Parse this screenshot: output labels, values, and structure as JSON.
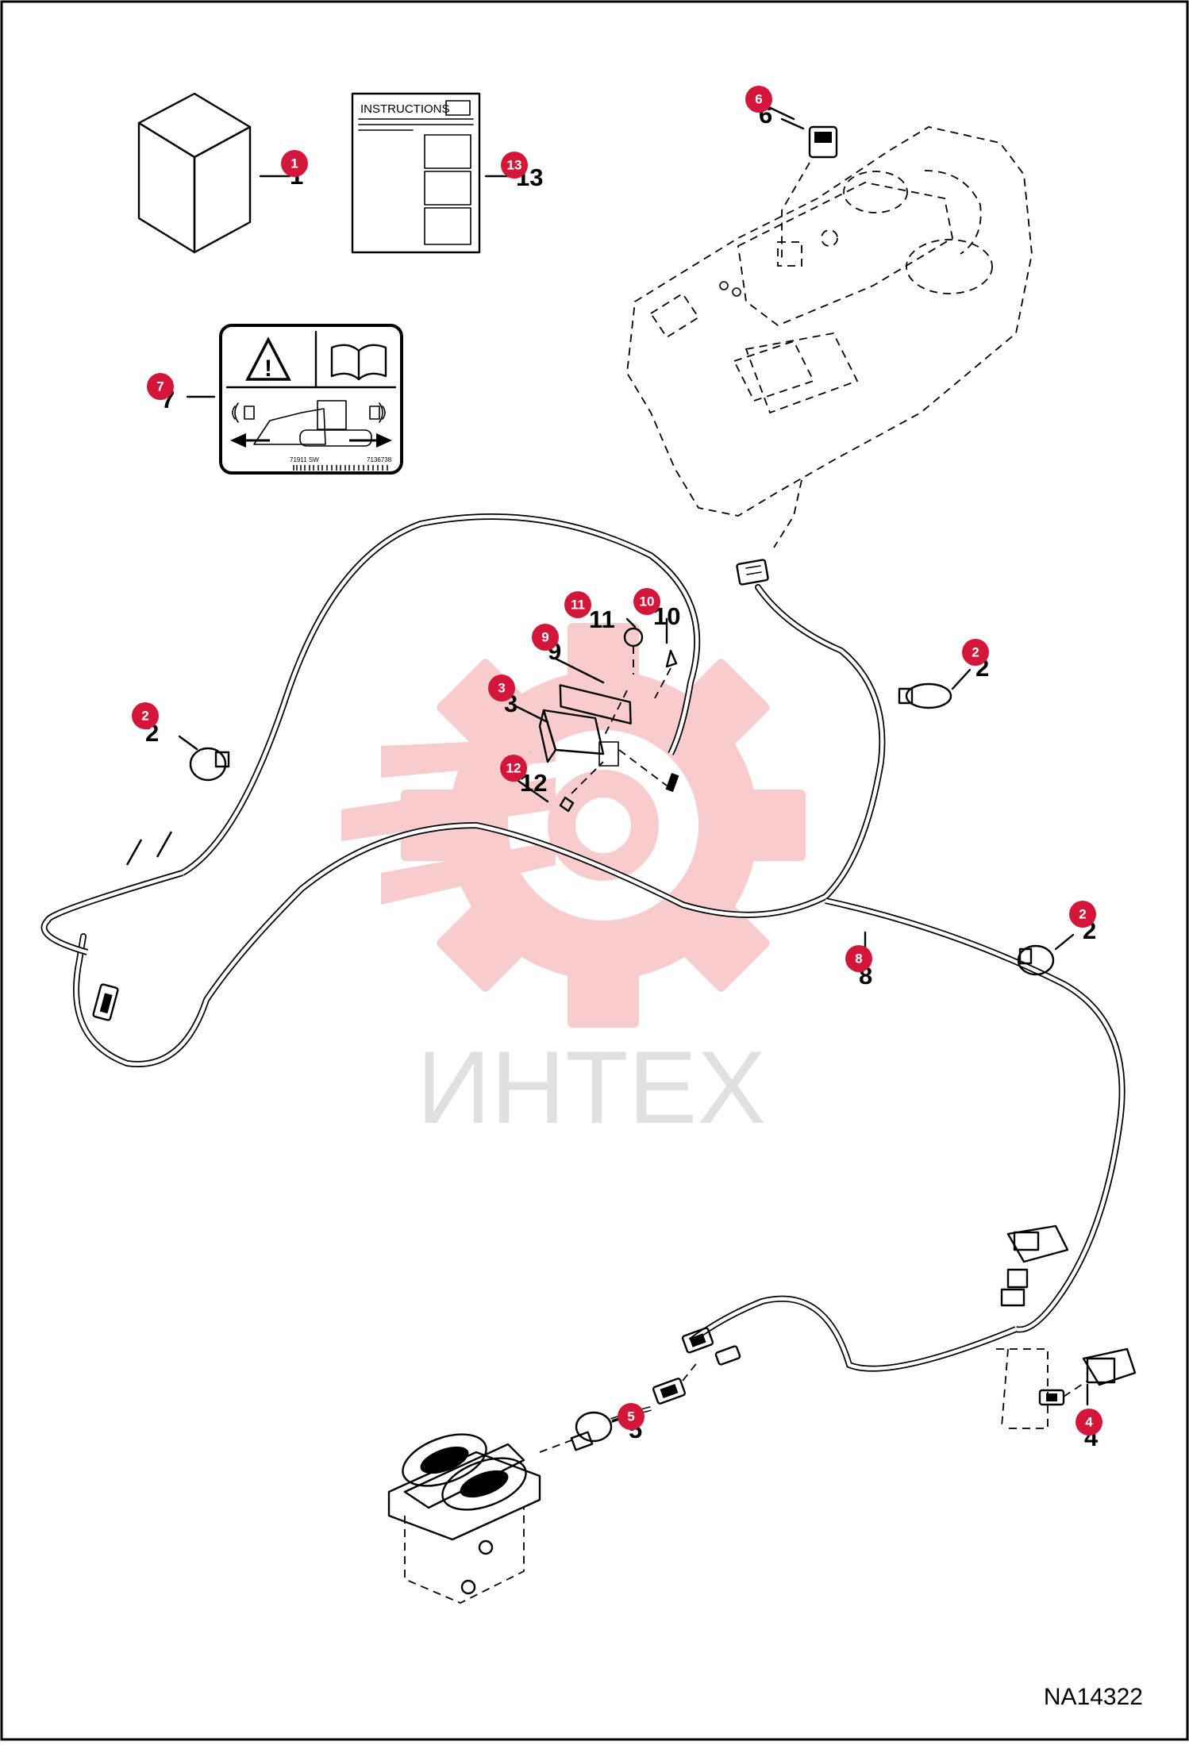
{
  "diagram": {
    "figure_id": "NA14322",
    "watermark_text": "ИНТЕХ",
    "instructions_title": "INSTRUCTIONS",
    "decal_codes": {
      "left": "71911 SW",
      "right": "7136738"
    },
    "callouts": [
      "1",
      "13",
      "6",
      "7",
      "11",
      "10",
      "9",
      "3",
      "12",
      "2",
      "2",
      "2",
      "8",
      "5",
      "4"
    ],
    "part_numbers": [
      "1",
      "13",
      "6",
      "7",
      "11",
      "10",
      "9",
      "3",
      "12",
      "2",
      "2",
      "2",
      "8",
      "5",
      "4"
    ],
    "colors": {
      "callout": "#d4163b",
      "watermark": "#f6bcbc",
      "line": "#000000"
    }
  }
}
